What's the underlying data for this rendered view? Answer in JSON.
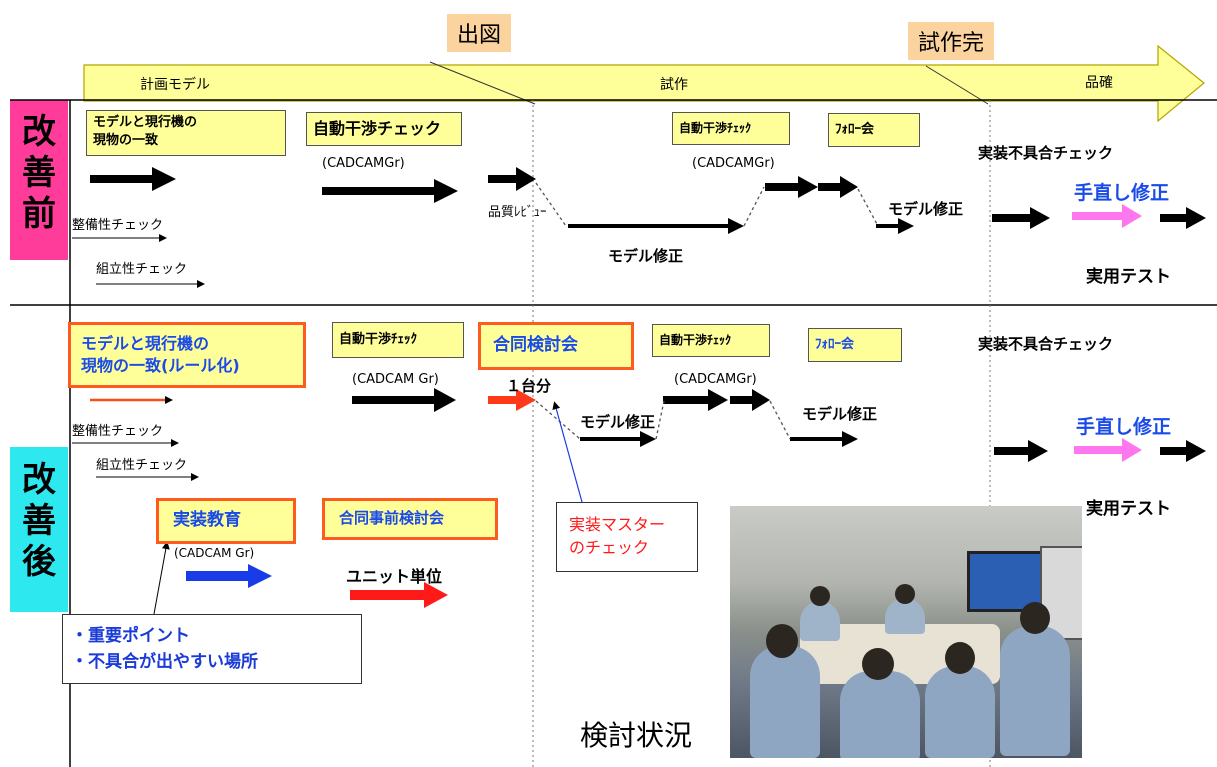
{
  "phase_tags": {
    "shutsuzu": "出図",
    "shisakukan": "試作完"
  },
  "phase_arrow": {
    "p1": "計画モデル",
    "p2": "試作",
    "p3": "品確"
  },
  "sections": {
    "before": [
      "改",
      "善",
      "前"
    ],
    "after": [
      "改",
      "善",
      "後"
    ]
  },
  "before": {
    "model_match": [
      "モデルと現行機の",
      "現物の一致"
    ],
    "auto_check": "自動干渉チェック",
    "cadcam_gr": "(CADCAMGr)",
    "quality_review": "品質ﾚﾋﾞｭｰ",
    "auto_check2": "自動干渉ﾁｪｯｸ",
    "cadcam_gr2": "(CADCAMGr)",
    "follow": "ﾌｫﾛｰ会",
    "model_fix_mid": "モデル修正",
    "model_fix_right": "モデル修正",
    "maintain_check": "整備性チェック",
    "assembly_check": "組立性チェック",
    "impl_check": "実装不具合チェック",
    "hand_fix": "手直し修正",
    "practical_test": "実用テスト"
  },
  "after": {
    "model_match": [
      "モデルと現行機の",
      "現物の一致(ルール化)"
    ],
    "auto_check": "自動干渉ﾁｪｯｸ",
    "cadcam_gr": "(CADCAM  Gr)",
    "joint_review": "合同検討会",
    "one_unit": "１台分",
    "auto_check2": "自動干渉ﾁｪｯｸ",
    "cadcam_gr2": "(CADCAMGr)",
    "follow": "ﾌｫﾛｰ会",
    "model_fix1": "モデル修正",
    "model_fix2": "モデル修正",
    "maintain_check": "整備性チェック",
    "assembly_check": "組立性チェック",
    "impl_edu": "実装教育",
    "cadcam_gr3": "(CADCAM  Gr)",
    "joint_pre_review": "合同事前検討会",
    "unit_base": "ユニット単位",
    "master_check": [
      "実装マスター",
      "のチェック"
    ],
    "impl_check": "実装不具合チェック",
    "hand_fix": "手直し修正",
    "practical_test": "実用テスト",
    "notes": [
      "・重要ポイント",
      "・不具合が出やすい場所"
    ],
    "photo_caption": "検討状況"
  },
  "colors": {
    "before_band": "#ff3c9a",
    "after_band": "#2ee8f0",
    "arrow_fill": "#ffff99",
    "accent_red": "#ff1a1a",
    "accent_blue": "#1a4be8",
    "accent_pink": "#ff77ee"
  }
}
